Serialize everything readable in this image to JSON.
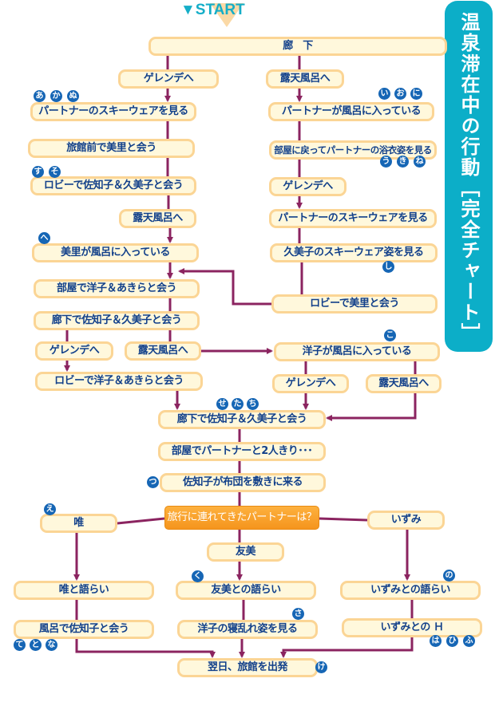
{
  "start_label": "▼START",
  "title": "温泉滞在中の行動［完全チャート］",
  "colors": {
    "accent": "#0caec8",
    "node_fill": "#fff8dc",
    "node_border": "#fbd595",
    "line": "#8b2460",
    "text": "#12408a",
    "question": "#f7a02a",
    "badge": "#1666b5"
  },
  "nodes": [
    {
      "id": "rouka",
      "label": "廊　下"
    },
    {
      "id": "l_gelande1",
      "label": "ゲレンデへ"
    },
    {
      "id": "r_roten1",
      "label": "露天風呂へ"
    },
    {
      "id": "l_partner_ski",
      "label": "パートナーのスキーウェアを見る"
    },
    {
      "id": "r_partner_bath",
      "label": "パートナーが風呂に入っている"
    },
    {
      "id": "l_misato_front",
      "label": "旅館前で美里と会う"
    },
    {
      "id": "r_yukata",
      "label": "部屋に戻ってパートナーの浴衣姿を見る"
    },
    {
      "id": "l_lobby_sachi",
      "label": "ロビーで佐知子＆久美子と会う"
    },
    {
      "id": "r_gelande2",
      "label": "ゲレンデへ"
    },
    {
      "id": "l_roten2",
      "label": "露天風呂へ"
    },
    {
      "id": "r_partner_ski2",
      "label": "パートナーのスキーウェアを見る"
    },
    {
      "id": "l_misato_bath",
      "label": "美里が風呂に入っている"
    },
    {
      "id": "r_kumiko_ski",
      "label": "久美子のスキーウェア姿を見る"
    },
    {
      "id": "room_yoko",
      "label": "部屋で洋子＆あきらと会う"
    },
    {
      "id": "r_lobby_misato",
      "label": "ロビーで美里と会う"
    },
    {
      "id": "rouka_sachi1",
      "label": "廊下で佐知子＆久美子と会う"
    },
    {
      "id": "gelande3",
      "label": "ゲレンデへ"
    },
    {
      "id": "roten3",
      "label": "露天風呂へ"
    },
    {
      "id": "yoko_bath",
      "label": "洋子が風呂に入っている"
    },
    {
      "id": "lobby_yoko",
      "label": "ロビーで洋子＆あきらと会う"
    },
    {
      "id": "gelande4",
      "label": "ゲレンデへ"
    },
    {
      "id": "roten4",
      "label": "露天風呂へ"
    },
    {
      "id": "rouka_sachi2",
      "label": "廊下で佐知子＆久美子と会う"
    },
    {
      "id": "room_partner",
      "label": "部屋でパートナーと2人きり･･･"
    },
    {
      "id": "futon",
      "label": "佐知子が布団を敷きに来る"
    },
    {
      "id": "question",
      "label": "旅行に連れてきたパートナーは？"
    },
    {
      "id": "yui",
      "label": "唯"
    },
    {
      "id": "tomomi",
      "label": "友美"
    },
    {
      "id": "izumi",
      "label": "いずみ"
    },
    {
      "id": "yui_talk",
      "label": "唯と語らい"
    },
    {
      "id": "tomomi_talk",
      "label": "友美との語らい"
    },
    {
      "id": "izumi_talk",
      "label": "いずみとの語らい"
    },
    {
      "id": "bath_sachi",
      "label": "風呂で佐知子と会う"
    },
    {
      "id": "yoko_sleep",
      "label": "洋子の寝乱れ姿を見る"
    },
    {
      "id": "izumi_h",
      "label": "いずみとの Ｈ"
    },
    {
      "id": "depart",
      "label": "翌日、旅館を出発"
    }
  ],
  "badges": [
    {
      "node": "l_partner_ski",
      "labels": [
        "あ",
        "か",
        "ぬ"
      ]
    },
    {
      "node": "r_partner_bath",
      "labels": [
        "い",
        "お",
        "に"
      ]
    },
    {
      "node": "r_yukata",
      "labels": [
        "う",
        "き",
        "ね"
      ]
    },
    {
      "node": "l_lobby_sachi",
      "labels": [
        "す",
        "そ"
      ]
    },
    {
      "node": "l_misato_bath",
      "labels": [
        "へ"
      ]
    },
    {
      "node": "r_kumiko_ski",
      "labels": [
        "し"
      ]
    },
    {
      "node": "yoko_bath",
      "labels": [
        "こ"
      ]
    },
    {
      "node": "rouka_sachi2",
      "labels": [
        "せ",
        "た",
        "ち"
      ]
    },
    {
      "node": "futon",
      "labels": [
        "つ"
      ]
    },
    {
      "node": "yui",
      "labels": [
        "え"
      ]
    },
    {
      "node": "tomomi_talk",
      "labels": [
        "く"
      ]
    },
    {
      "node": "izumi_talk",
      "labels": [
        "の"
      ]
    },
    {
      "node": "yoko_sleep",
      "labels": [
        "さ"
      ]
    },
    {
      "node": "bath_sachi",
      "labels": [
        "て",
        "と",
        "な"
      ]
    },
    {
      "node": "izumi_h",
      "labels": [
        "は",
        "ひ",
        "ふ"
      ]
    },
    {
      "node": "depart",
      "labels": [
        "け"
      ]
    }
  ]
}
